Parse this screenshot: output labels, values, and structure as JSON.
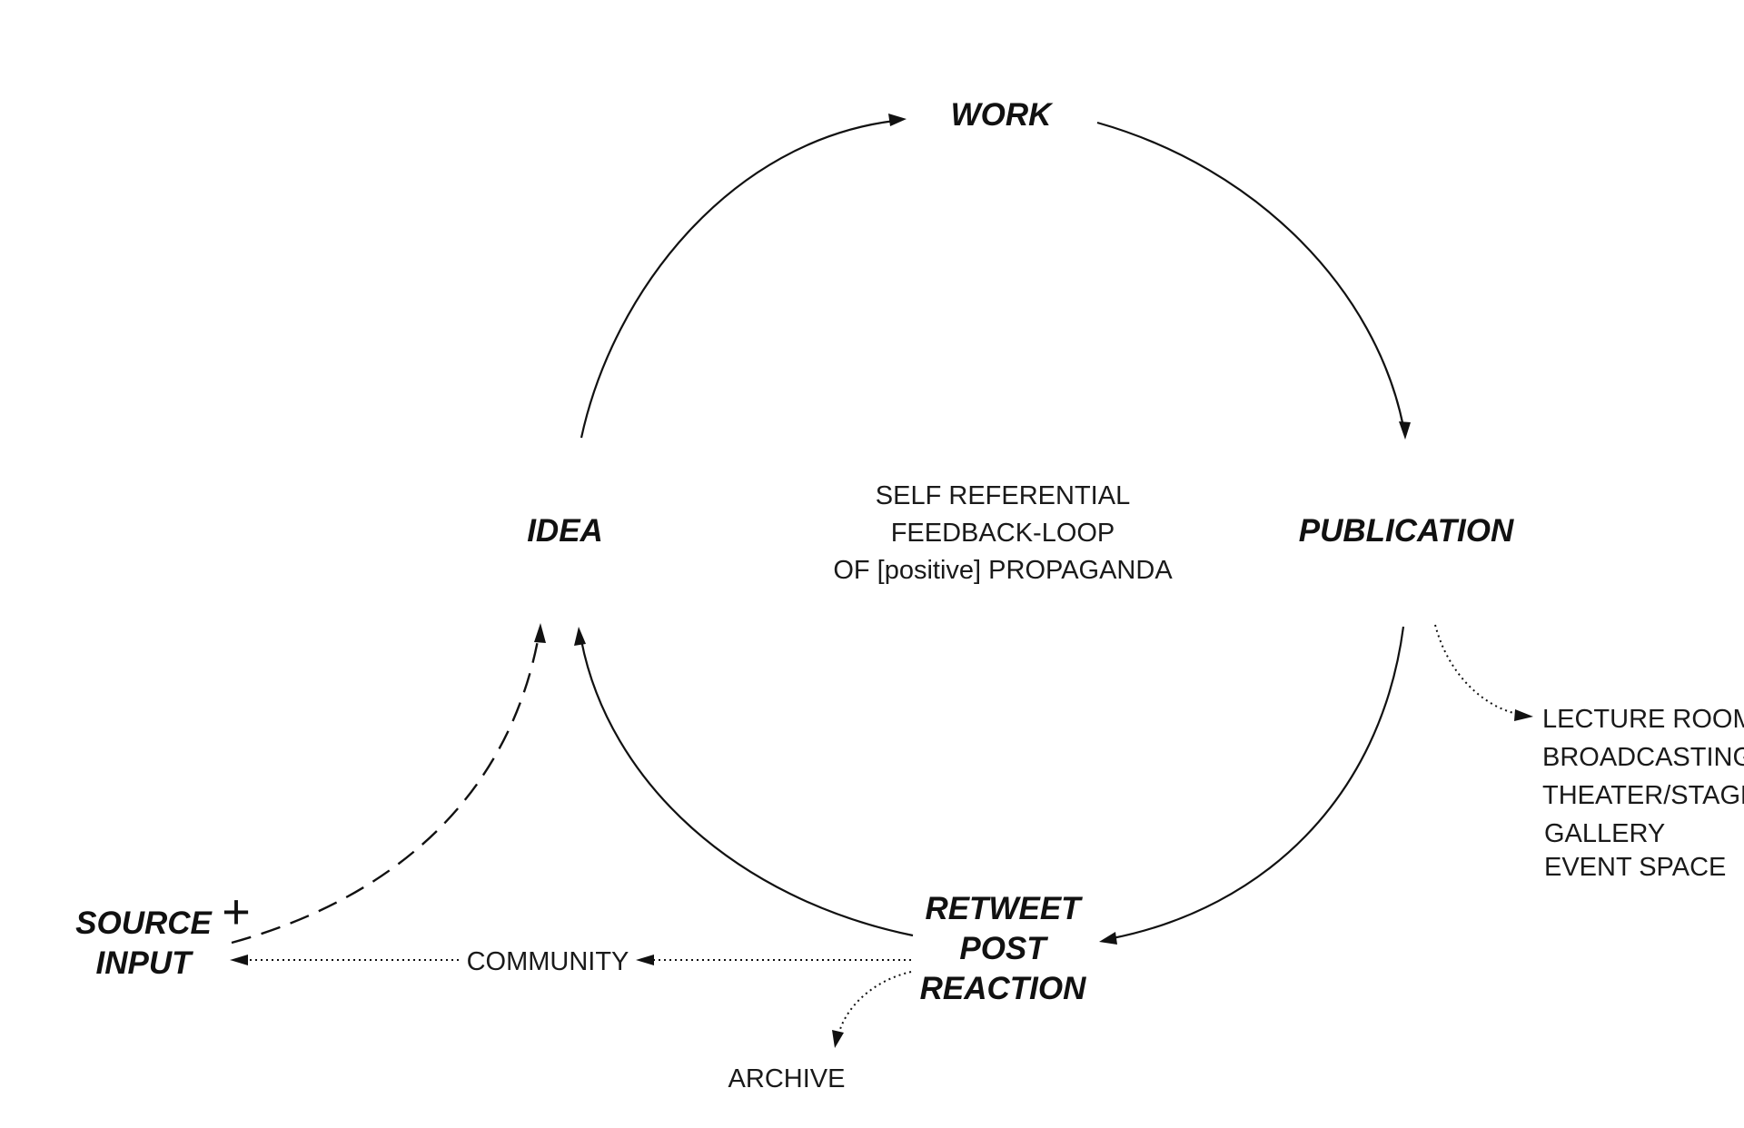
{
  "nodes": {
    "work": "WORK",
    "idea": "IDEA",
    "publication": "PUBLICATION",
    "reaction": [
      "RETWEET",
      "POST",
      "REACTION"
    ],
    "source_input": [
      "SOURCE",
      "INPUT"
    ],
    "source_plus": "+"
  },
  "center_text": [
    "SELF REFERENTIAL",
    "FEEDBACK-LOOP",
    "OF [positive] PROPAGANDA"
  ],
  "side_labels": {
    "community": "COMMUNITY",
    "archive": "ARCHIVE"
  },
  "venues": [
    "LECTURE ROOM",
    "BROADCASTING",
    "THEATER/STAGE",
    "GALLERY",
    "EVENT SPACE"
  ]
}
